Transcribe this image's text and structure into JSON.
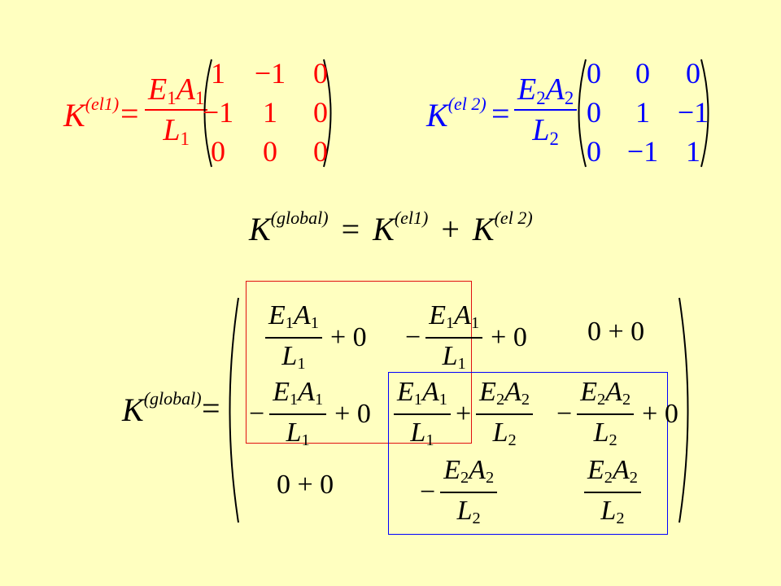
{
  "symbol": {
    "K": "K",
    "E": "E",
    "A": "A",
    "L": "L",
    "sub1": "1",
    "sub2": "2",
    "eq": "=",
    "plus": "+",
    "minus": "−"
  },
  "labels": {
    "el1": "(el1)",
    "el2": "(el 2)",
    "global": "(global)"
  },
  "colors": {
    "background": "#ffffc0",
    "element1": "#ff0000",
    "element2": "#0000ff",
    "text": "#000000"
  },
  "matrix_el1": [
    [
      "1",
      "−1",
      "0"
    ],
    [
      "−1",
      "1",
      "0"
    ],
    [
      "0",
      "0",
      "0"
    ]
  ],
  "matrix_el2": [
    [
      "0",
      "0",
      "0"
    ],
    [
      "0",
      "1",
      "−1"
    ],
    [
      "0",
      "−1",
      "1"
    ]
  ],
  "global_sum": {
    "plus": "+"
  },
  "global_matrix": {
    "plus_zero": "+ 0",
    "zero_plus_zero": "0 + 0",
    "plus": "+"
  }
}
